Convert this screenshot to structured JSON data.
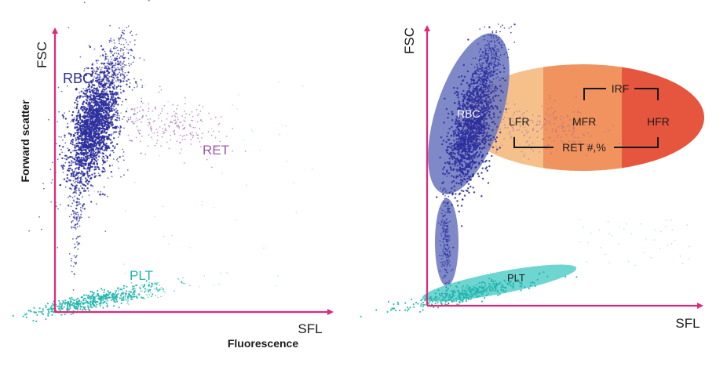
{
  "colors": {
    "axis": "#e0287a",
    "rbc": "#2e2f9c",
    "ret": "#9a5aa8",
    "plt": "#21b5ad",
    "rbc_gate": "#6d79c0",
    "plt_gate": "#5fd0cc",
    "lfr_zone": "#f6c08a",
    "mfr_zone": "#f0935f",
    "hfr_zone": "#e6553e",
    "text_dark": "#1a1a1a"
  },
  "left_panel": {
    "y_axis_title": "Forward scatter",
    "y_axis_label": "FSC",
    "x_axis_label": "SFL",
    "x_axis_title": "Fluorescence",
    "rbc_label": "RBC",
    "ret_label": "RET",
    "plt_label": "PLT"
  },
  "right_panel": {
    "y_axis_label": "FSC",
    "x_axis_label": "SFL",
    "rbc_label": "RBC",
    "lfr_label": "LFR",
    "mfr_label": "MFR",
    "hfr_label": "HFR",
    "irf_label": "IRF",
    "ret_label": "RET #,%",
    "plt_label": "PLT"
  }
}
